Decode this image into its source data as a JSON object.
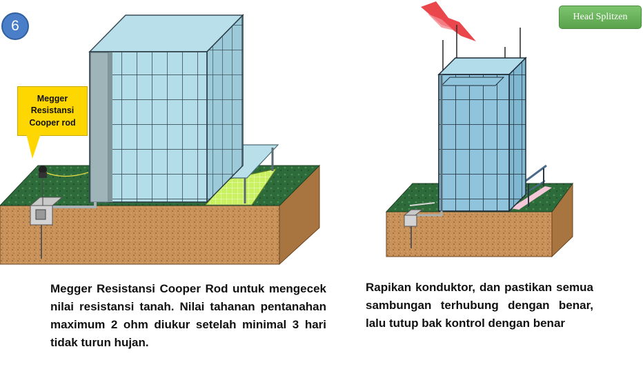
{
  "step": {
    "number": "6"
  },
  "header": {
    "button_label": "Head Splitzen"
  },
  "left_panel": {
    "callout": [
      "Megger",
      "Resistansi",
      "Cooper rod"
    ],
    "caption": "Megger Resistansi Cooper Rod untuk mengecek nilai resistansi tanah. Nilai tahanan pentanahan maximum 2 ohm diukur setelah minimal 3 hari tidak turun hujan."
  },
  "right_panel": {
    "caption": "Rapikan konduktor, dan pastikan semua sambungan terhubung dengan benar, lalu tutup bak kontrol dengan benar"
  },
  "colors": {
    "soil": "#c8925a",
    "grass": "#2e6b3a",
    "glass": "#a8d8e4",
    "lightning": "#e8333a",
    "callout": "#ffd700",
    "badge": "#4a7ec8",
    "button": "#6bb45c"
  }
}
